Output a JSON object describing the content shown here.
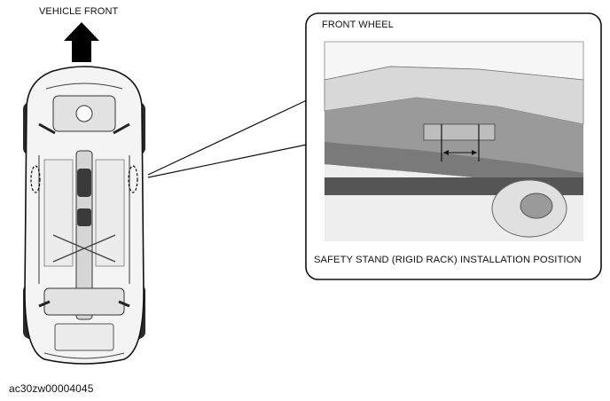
{
  "labels": {
    "vehicle_front": "VEHICLE FRONT",
    "front_wheel": "FRONT WHEEL",
    "safety_stand": "SAFETY STAND (RIGID RACK) INSTALLATION POSITION",
    "figure_code": "ac30zw00004045"
  },
  "colors": {
    "line": "#111111",
    "body": "#f4f4f4",
    "tire": "#2a2a2a",
    "underbody": "#9a9a9a"
  }
}
